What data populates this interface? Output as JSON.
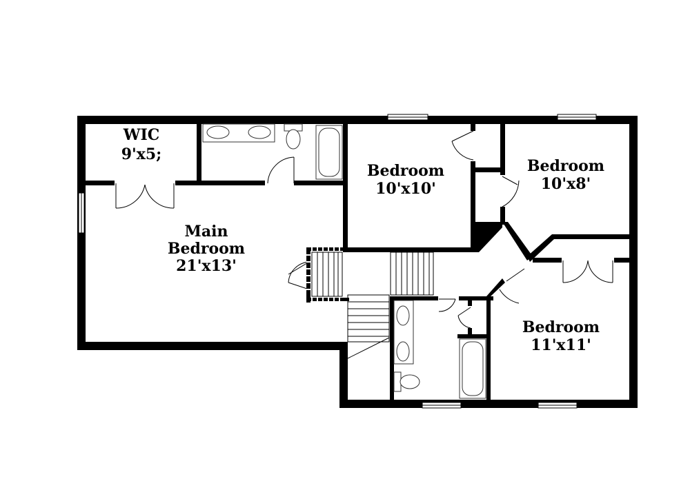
{
  "rooms": [
    {
      "id": "wic",
      "name": "WIC",
      "size": "9'x5;"
    },
    {
      "id": "main-bedroom",
      "name_line1": "Main",
      "name_line2": "Bedroom",
      "size": "21'x13'"
    },
    {
      "id": "bedroom-1",
      "name": "Bedroom",
      "size": "10'x10'"
    },
    {
      "id": "bedroom-2",
      "name": "Bedroom",
      "size": "10'x8'"
    },
    {
      "id": "bedroom-3",
      "name": "Bedroom",
      "size": "11'x11'"
    }
  ]
}
